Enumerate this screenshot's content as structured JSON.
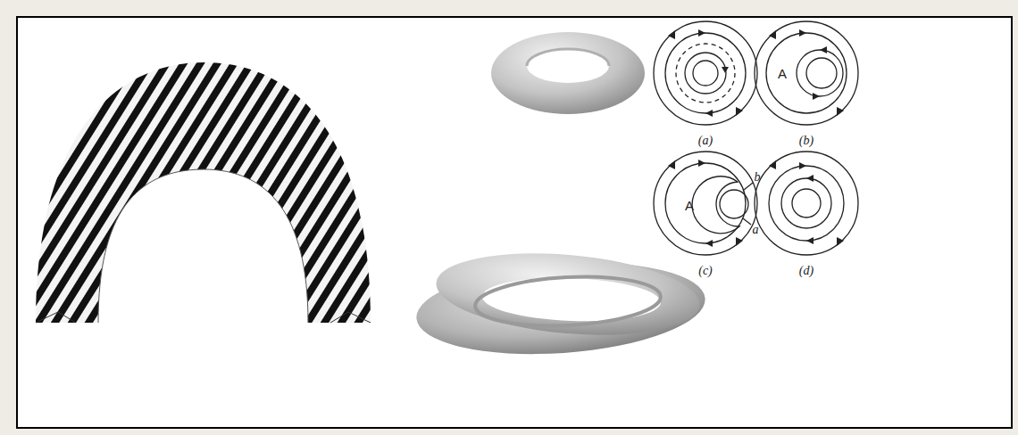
{
  "diagram": {
    "labels": [
      "(a)",
      "A",
      "(b)",
      "A",
      "b",
      "a",
      "(c)",
      "(d)"
    ]
  }
}
